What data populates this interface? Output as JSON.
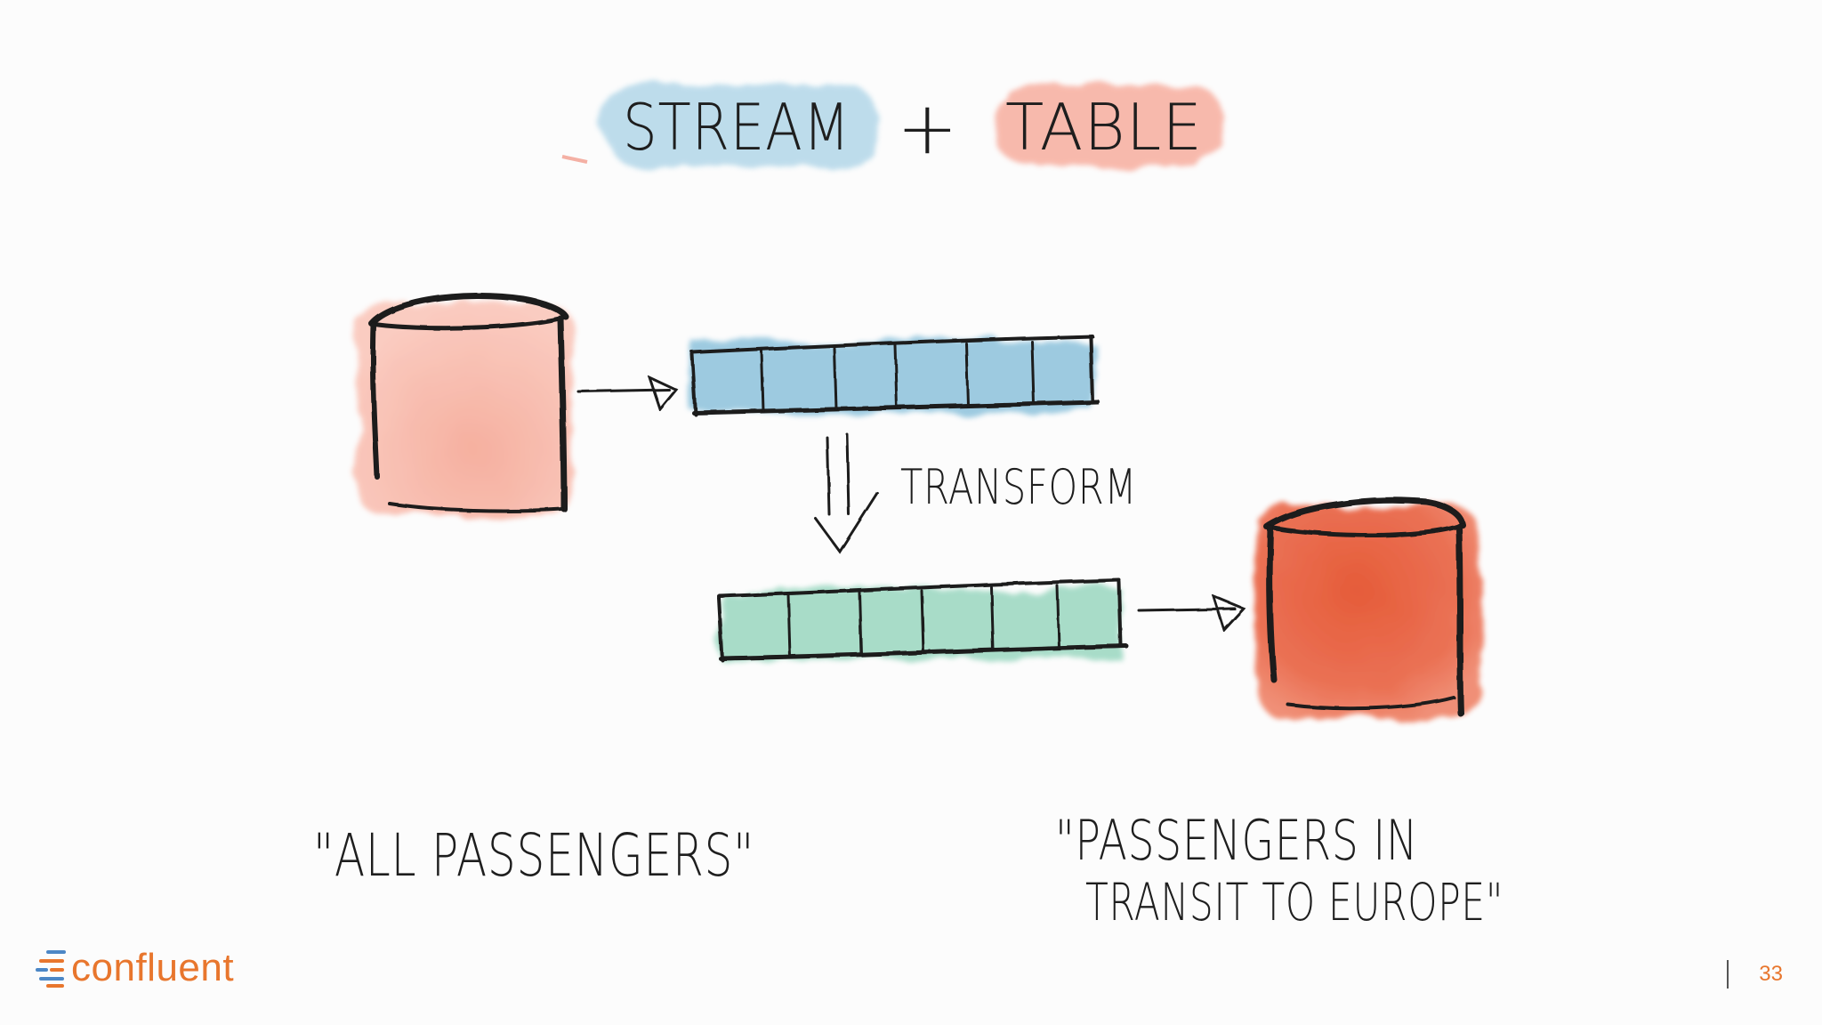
{
  "slide": {
    "title_stream": "STREAM",
    "title_plus": "+",
    "title_table": "TABLE",
    "transform_label": "TRANSFORM",
    "caption_left": "\"ALL PASSENGERS\"",
    "caption_right_line1": "\"PASSENGERS IN",
    "caption_right_line2": "TRANSIT TO EUROPE\"",
    "page_number": "33"
  },
  "brand": {
    "name": "confluent",
    "color": "#e8762d"
  },
  "colors": {
    "stream_blue": "#8fc3dc",
    "table_red_light": "#f6b3a3",
    "table_red_dark": "#e8583a",
    "output_stream_green": "#9ed9c3"
  },
  "icons": {
    "input_table": "cylinder-icon",
    "output_table": "cylinder-icon",
    "input_stream": "stream-bar-icon",
    "output_stream": "stream-bar-icon",
    "logo_mark": "confluent-mark-icon"
  }
}
